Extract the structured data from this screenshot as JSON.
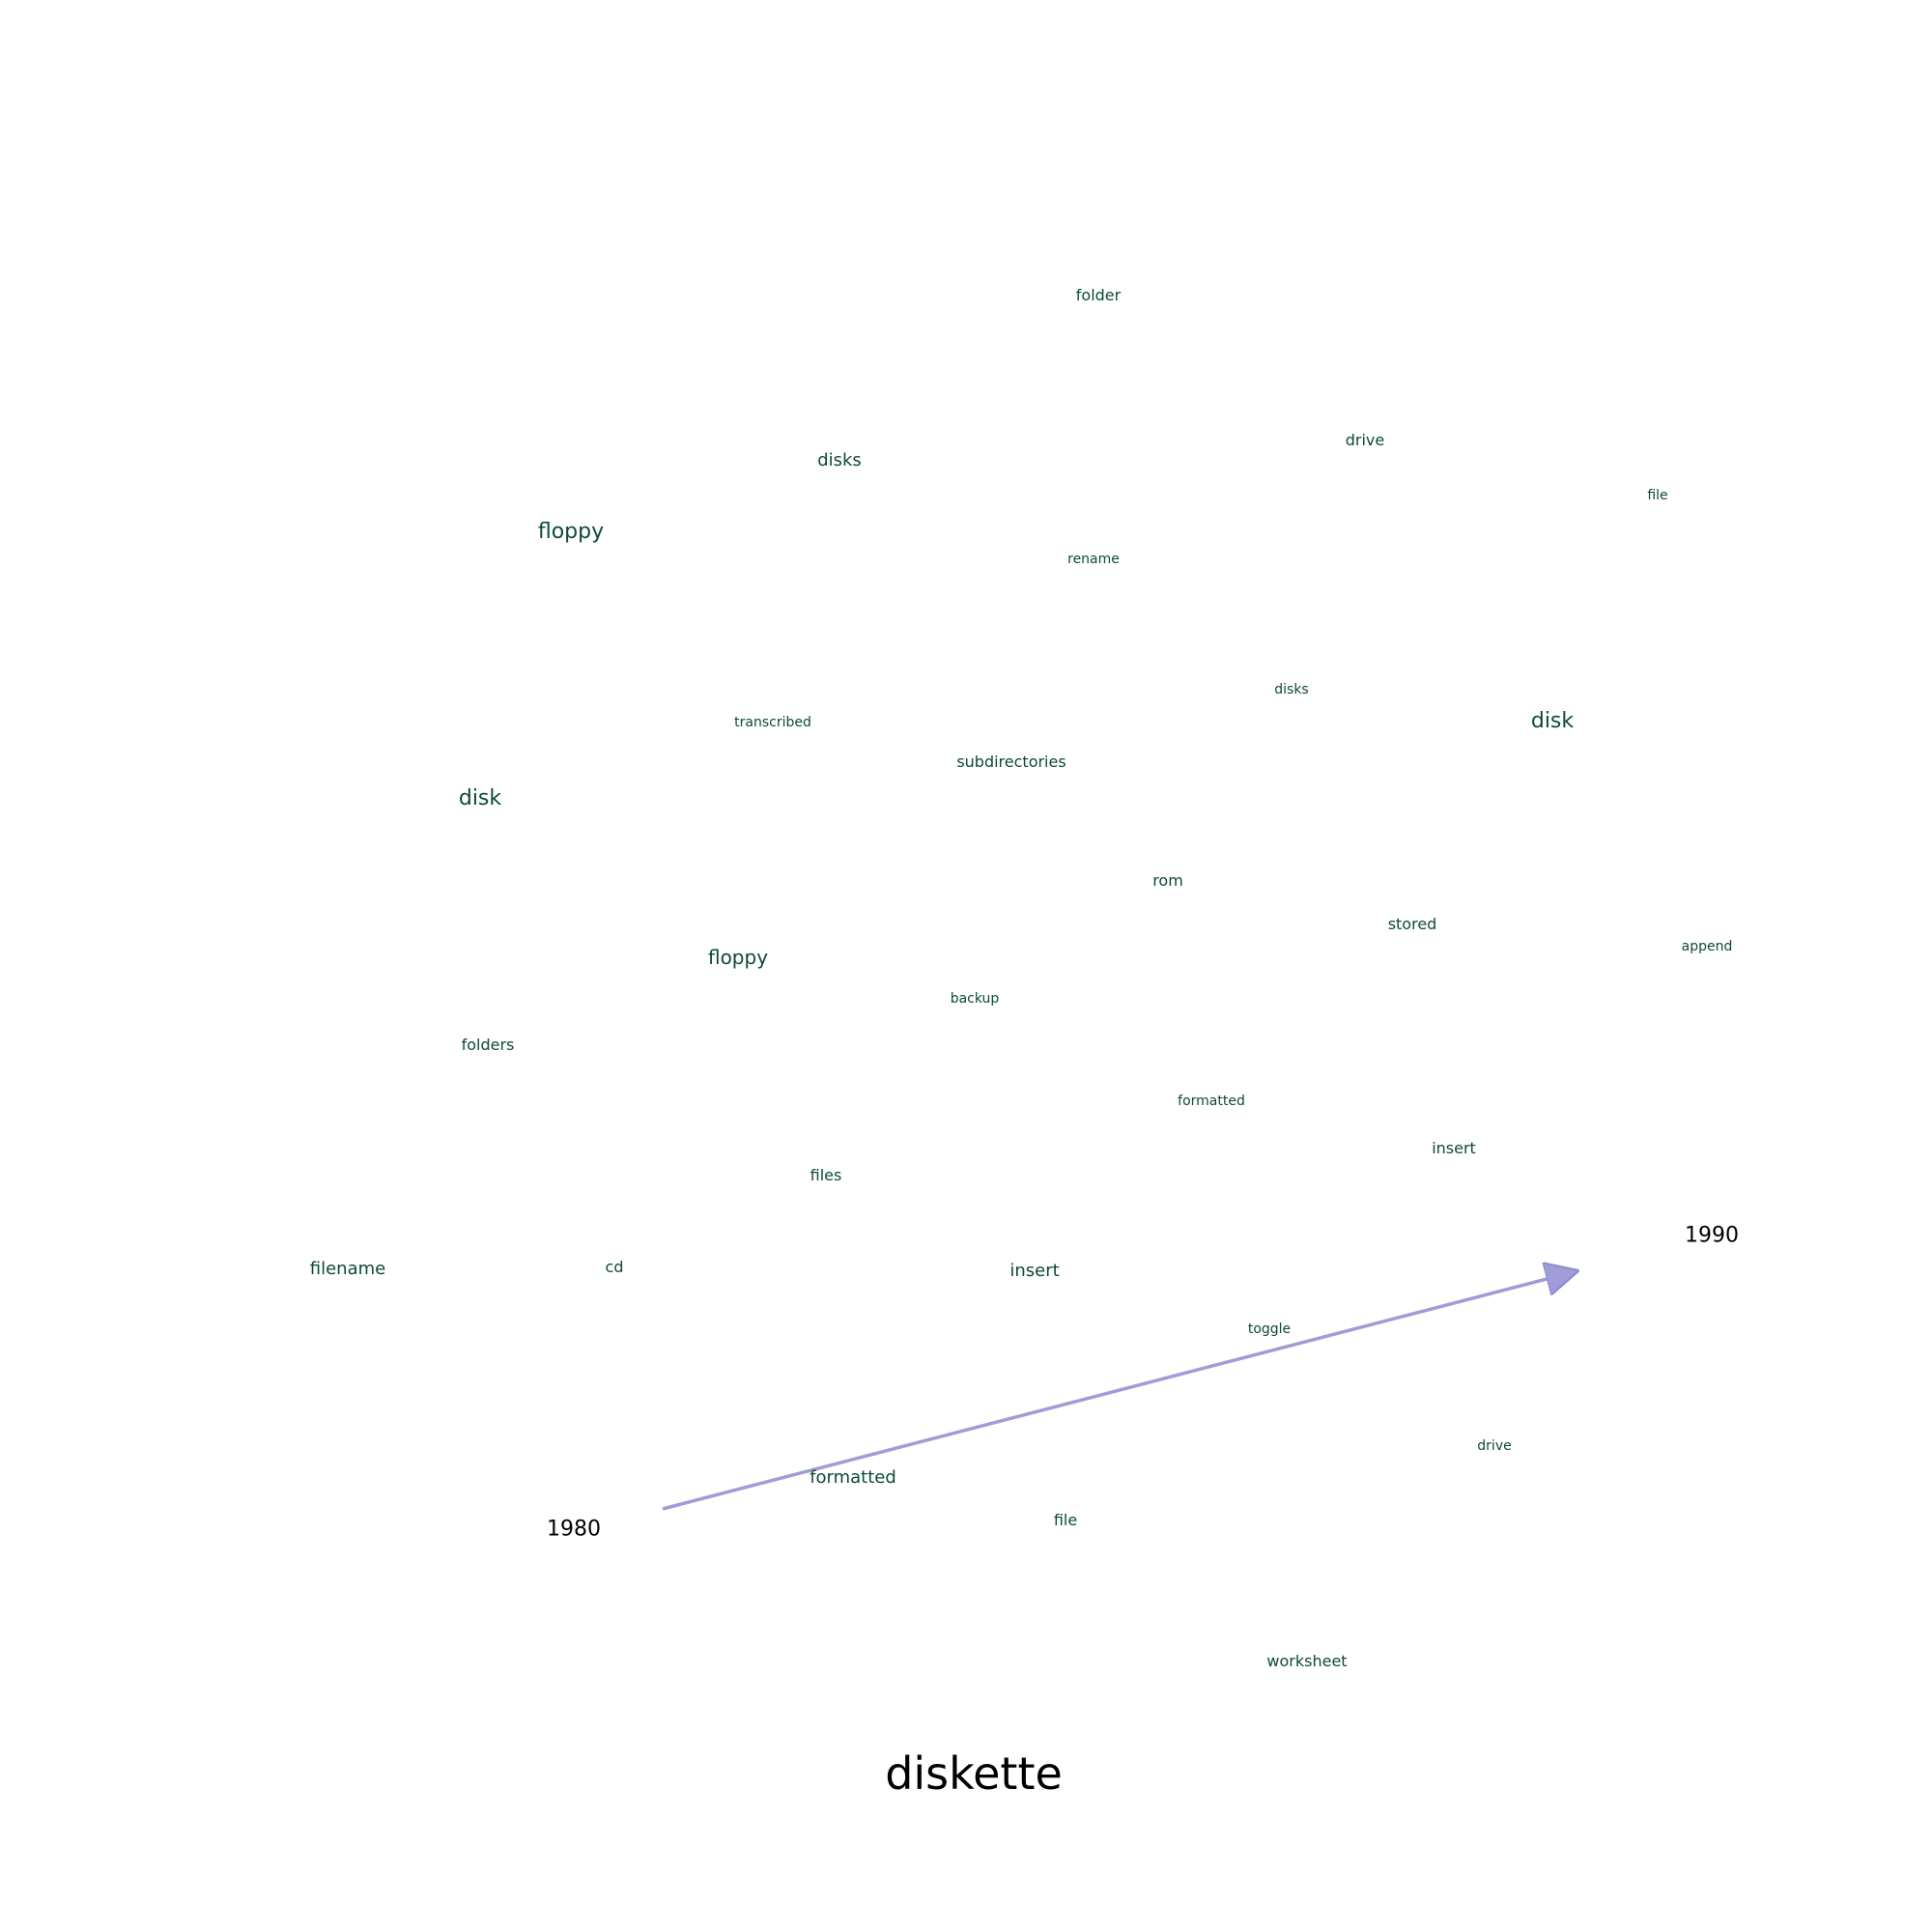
{
  "title": "diskette",
  "timeline": {
    "start_label": "1980",
    "end_label": "1990",
    "arrow_color": "#a09cd8"
  },
  "word_color": "#0e4a34",
  "text_color": "#000000",
  "words": [
    {
      "text": "folder"
    },
    {
      "text": "drive"
    },
    {
      "text": "disks"
    },
    {
      "text": "file"
    },
    {
      "text": "floppy"
    },
    {
      "text": "rename"
    },
    {
      "text": "disks"
    },
    {
      "text": "transcribed"
    },
    {
      "text": "disk"
    },
    {
      "text": "subdirectories"
    },
    {
      "text": "disk"
    },
    {
      "text": "rom"
    },
    {
      "text": "stored"
    },
    {
      "text": "append"
    },
    {
      "text": "floppy"
    },
    {
      "text": "backup"
    },
    {
      "text": "folders"
    },
    {
      "text": "formatted"
    },
    {
      "text": "insert"
    },
    {
      "text": "files"
    },
    {
      "text": "filename"
    },
    {
      "text": "cd"
    },
    {
      "text": "insert"
    },
    {
      "text": "toggle"
    },
    {
      "text": "drive"
    },
    {
      "text": "formatted"
    },
    {
      "text": "file"
    },
    {
      "text": "worksheet"
    }
  ]
}
